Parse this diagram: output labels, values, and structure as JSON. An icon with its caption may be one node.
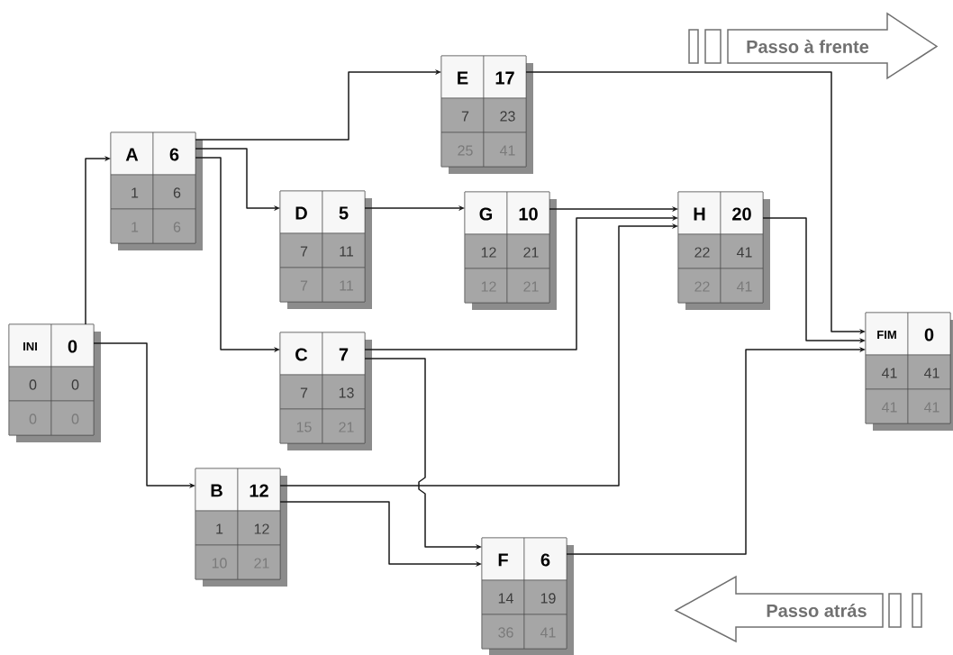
{
  "diagram": {
    "nodes": [
      {
        "text": [
          "Passo à frente"
        ]
      },
      {
        "text": [
          "E",
          "17",
          "7",
          "23",
          "25",
          "41"
        ]
      },
      {
        "text": [
          "A",
          "6",
          "1",
          "6",
          "1",
          "6"
        ]
      },
      {
        "text": [
          "D",
          "5",
          "7",
          "11",
          "7",
          "11"
        ]
      },
      {
        "text": [
          "G",
          "10",
          "12",
          "21",
          "12",
          "21"
        ]
      },
      {
        "text": [
          "H",
          "20",
          "22",
          "41",
          "22",
          "41"
        ]
      },
      {
        "text": [
          "INI",
          "0",
          "0",
          "0",
          "0",
          "0"
        ]
      },
      {
        "text": [
          "C",
          "7",
          "7",
          "13",
          "15",
          "21"
        ]
      },
      {
        "text": [
          "FIM",
          "0",
          "41",
          "41",
          "41",
          "41"
        ]
      },
      {
        "text": [
          "B",
          "12",
          "1",
          "12",
          "10",
          "21"
        ]
      },
      {
        "text": [
          "F",
          "6",
          "14",
          "19",
          "36",
          "41"
        ]
      },
      {
        "text": [
          "Passo atrás"
        ]
      }
    ],
    "edges": [
      {
        "from": 6,
        "to": 2,
        "arrow": "to"
      },
      {
        "from": 6,
        "to": 9,
        "arrow": "to"
      },
      {
        "from": 2,
        "to": 1,
        "arrow": "to"
      },
      {
        "from": 2,
        "to": 3,
        "arrow": "to"
      },
      {
        "from": 2,
        "to": 7,
        "arrow": "to"
      },
      {
        "from": 3,
        "to": 4,
        "arrow": "to"
      },
      {
        "from": 4,
        "to": 5,
        "arrow": "to"
      },
      {
        "from": 7,
        "to": 5,
        "arrow": "to"
      },
      {
        "from": 9,
        "to": 5,
        "arrow": "to"
      },
      {
        "from": 7,
        "to": 10,
        "arrow": "to"
      },
      {
        "from": 9,
        "to": 10,
        "arrow": "to"
      },
      {
        "from": 1,
        "to": 8,
        "arrow": "to"
      },
      {
        "from": 5,
        "to": 8,
        "arrow": "to"
      },
      {
        "from": 10,
        "to": 8,
        "arrow": "to"
      }
    ]
  }
}
